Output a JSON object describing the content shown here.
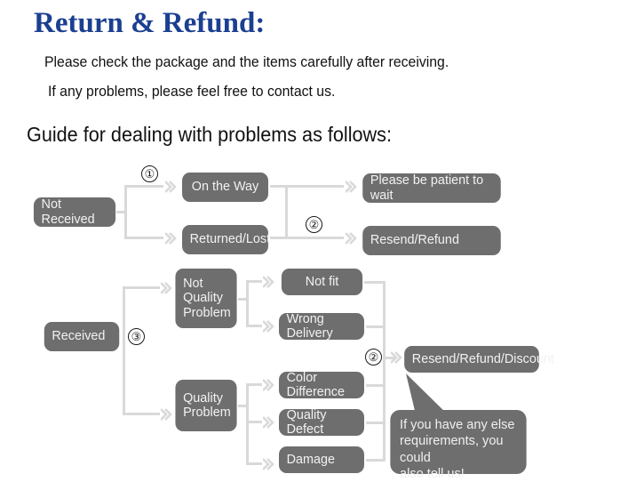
{
  "header": {
    "title": "Return & Refund:",
    "line1": "Please check the package and the items carefully after receiving.",
    "line2": "If any problems, please feel free to contact us.",
    "guide": "Guide for dealing with problems as follows:"
  },
  "colors": {
    "title_blue": "#1b3f91",
    "node_gray": "#6e6e6e",
    "connector_gray": "#d9d9d9",
    "text_light": "#f2f2f2",
    "page_background": "#ffffff"
  },
  "flow": {
    "not_received": "Not Received",
    "on_the_way": "On the Way",
    "returned_lost": "Returned/Lost",
    "please_wait": "Please be patient to wait",
    "resend_refund": "Resend/Refund",
    "received": "Received",
    "not_quality_problem": "Not\nQuality\nProblem",
    "quality_problem": "Quality\nProblem",
    "not_fit": "Not fit",
    "wrong_delivery": "Wrong Delivery",
    "color_difference": "Color Difference",
    "quality_defect": "Quality Defect",
    "damage": "Damage",
    "resend_refund_discount": "Resend/Refund/Discount",
    "callout": "If you have any else\nrequirements, you could\nalso tell us!"
  },
  "markers": {
    "one": "①",
    "two_top": "②",
    "three": "③",
    "two_bottom": "②"
  }
}
